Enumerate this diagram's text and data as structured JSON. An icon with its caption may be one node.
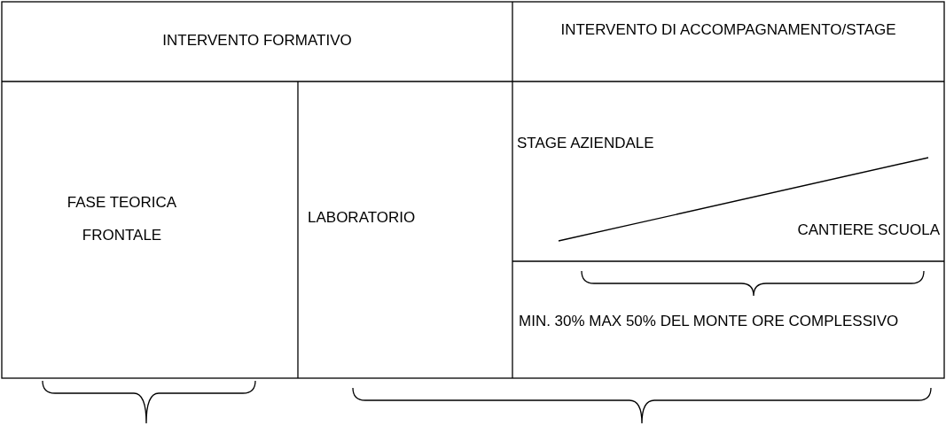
{
  "diagram": {
    "labels": [
      "INTERVENTO FORMATIVO",
      "INTERVENTO DI ACCOMPAGNAMENTO/STAGE",
      "FASE TEORICA FRONTALE",
      "LABORATORIO",
      "STAGE AZIENDALE",
      "CANTIERE SCUOLA",
      "MIN. 30% MAX 50% DEL MONTE ORE COMPLESSIVO"
    ]
  }
}
